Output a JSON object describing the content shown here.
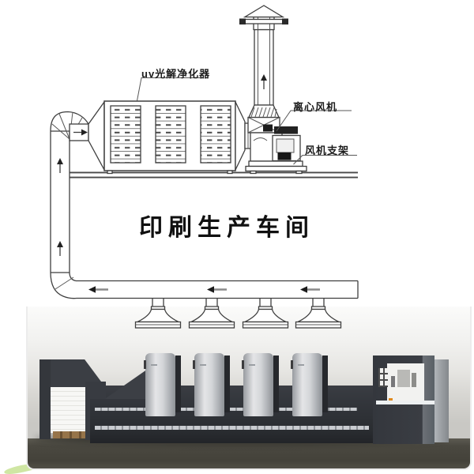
{
  "diagram": {
    "purifier_label": "uv光解净化器",
    "fan_label": "离心风机",
    "fan_support_label": "风机支架",
    "workshop_label": "印刷生产车间"
  },
  "colors": {
    "line_art": "#3f3f3f",
    "label_text": "#1c1c1c",
    "workshop_text": "#101010",
    "machine_dark": "#33363b",
    "machine_silver": "#d4d6d9",
    "paper_white": "#f4f4f2",
    "pallet_brown": "#8a6a42",
    "floor_gray": "#4a4840",
    "accent_orange": "#e08a1e",
    "accent_green": "#cfe6a3"
  }
}
